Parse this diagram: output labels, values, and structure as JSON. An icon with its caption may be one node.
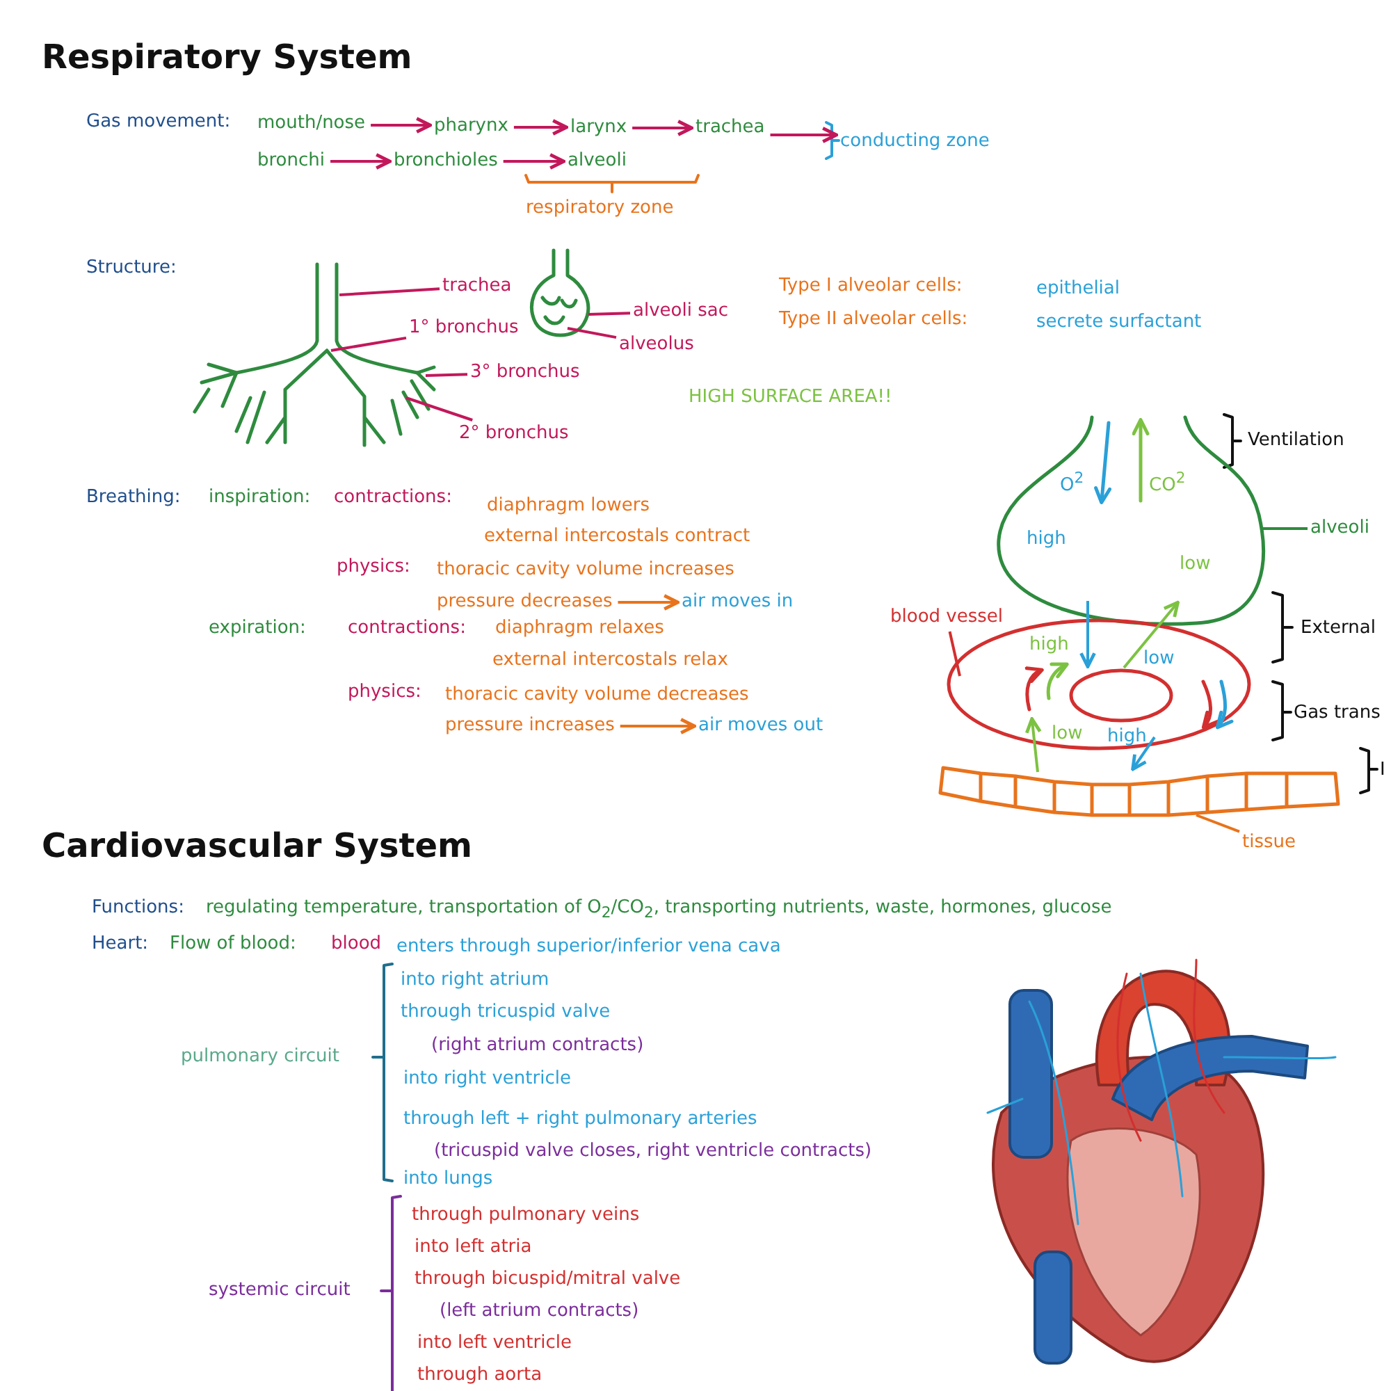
{
  "diagram": {
    "nodes": [
      {
        "text": [
          "mouth/nose"
        ]
      },
      {
        "text": [
          "pharynx"
        ]
      },
      {
        "text": [
          "larynx"
        ]
      },
      {
        "text": [
          "trachea"
        ]
      },
      {
        "text": [
          "bronchi"
        ]
      },
      {
        "text": [
          "bronchioles"
        ]
      },
      {
        "text": [
          "alveoli"
        ]
      },
      {
        "text": [
          "trachea"
        ]
      },
      {
        "text": [
          "1° bronchus"
        ]
      },
      {
        "text": [
          "3° bronchus"
        ]
      },
      {
        "text": [
          "2° bronchus"
        ]
      },
      {
        "text": [
          "alveoli sac"
        ]
      },
      {
        "text": [
          "alveolus"
        ]
      },
      {
        "text": [
          "pressure decreases"
        ]
      },
      {
        "text": [
          "air moves in"
        ]
      },
      {
        "text": [
          "pressure increases"
        ]
      },
      {
        "text": [
          "air moves out"
        ]
      },
      {
        "text": [
          "blood vessel"
        ]
      },
      {
        "text": [
          "alveoli"
        ]
      },
      {
        "text": [
          "tissue"
        ]
      },
      {
        "text": [
          "conducting zone"
        ]
      },
      {
        "text": [],
        "shape": "picture"
      },
      {
        "text": [],
        "shape": "picture"
      },
      {
        "text": [],
        "shape": "picture"
      },
      {
        "text": [],
        "shape": "picture"
      },
      {
        "text": [],
        "shape": "picture"
      }
    ],
    "edges": [
      {
        "from": 0,
        "to": 1,
        "arrow": "to"
      },
      {
        "from": 1,
        "to": 2,
        "arrow": "to"
      },
      {
        "from": 2,
        "to": 3,
        "arrow": "to"
      },
      {
        "from": 3,
        "to": 20,
        "arrow": "to"
      },
      {
        "from": 4,
        "to": 5,
        "arrow": "to"
      },
      {
        "from": 5,
        "to": 6,
        "arrow": "to"
      },
      {
        "from": 13,
        "to": 14,
        "arrow": "to",
        "color": "#e8731c"
      },
      {
        "from": 15,
        "to": 16,
        "arrow": "to",
        "color": "#e8731c"
      },
      {
        "from": 7,
        "to": 21,
        "arrow": "none"
      },
      {
        "from": 8,
        "to": 21,
        "arrow": "none"
      },
      {
        "from": 9,
        "to": 21,
        "arrow": "none"
      },
      {
        "from": 10,
        "to": 21,
        "arrow": "none"
      },
      {
        "from": 11,
        "to": 22,
        "arrow": "none"
      },
      {
        "from": 12,
        "to": 22,
        "arrow": "none"
      },
      {
        "from": 17,
        "to": 24,
        "arrow": "none",
        "color": "#d32f2f"
      },
      {
        "from": 18,
        "to": 23,
        "arrow": "none",
        "color": "#2e8b3e"
      },
      {
        "from": 19,
        "to": 25,
        "arrow": "none",
        "color": "#e8731c"
      },
      {
        "from": 23,
        "to": 24,
        "arrow": "to",
        "color": "#2aa0d8"
      },
      {
        "from": 24,
        "to": 23,
        "arrow": "to",
        "color": "#7cc242"
      },
      {
        "from": 25,
        "to": 24,
        "arrow": "to",
        "color": "#7cc242"
      },
      {
        "from": 24,
        "to": 25,
        "arrow": "to",
        "color": "#2aa0d8"
      }
    ],
    "labels": [
      "Respiratory System",
      "Gas movement:",
      "respiratory zone",
      "Structure:",
      "Type I alveolar cells:",
      "epithelial",
      "Type II alveolar cells:",
      "secrete surfactant",
      "HIGH SURFACE AREA!!",
      "Ventilation",
      "O$^{2}$",
      "CO$^{2}$",
      "high",
      "low",
      "Breathing:",
      "inspiration:",
      "contractions:",
      "diaphragm lowers",
      "external intercostals contract",
      "physics:",
      "thoracic cavity volume increases",
      "External",
      "high",
      "low",
      "expiration:",
      "contractions:",
      "diaphragm relaxes",
      "external intercostals relax",
      "Gas trans",
      "physics:",
      "thoracic cavity volume decreases",
      "low",
      "high",
      "I",
      "Cardiovascular System",
      "Functions:",
      "regulating temperature, transportation of O$_{2}$/CO$_{2}$, transporting nutrients, waste, hormones, glucose",
      "Heart:",
      "Flow of blood:",
      "blood",
      "enters through superior/inferior vena cava",
      "into right atrium",
      "through tricuspid valve",
      "(right atrium contracts)",
      "pulmonary circuit",
      "into right ventricle",
      "through left + right pulmonary arteries",
      "(tricuspid valve closes, right ventricle contracts)",
      "into lungs",
      "through pulmonary veins",
      "into left atria",
      "through bicuspid/mitral valve",
      "systemic circuit",
      "(left atrium contracts)",
      "into left ventricle",
      "through aorta"
    ]
  }
}
